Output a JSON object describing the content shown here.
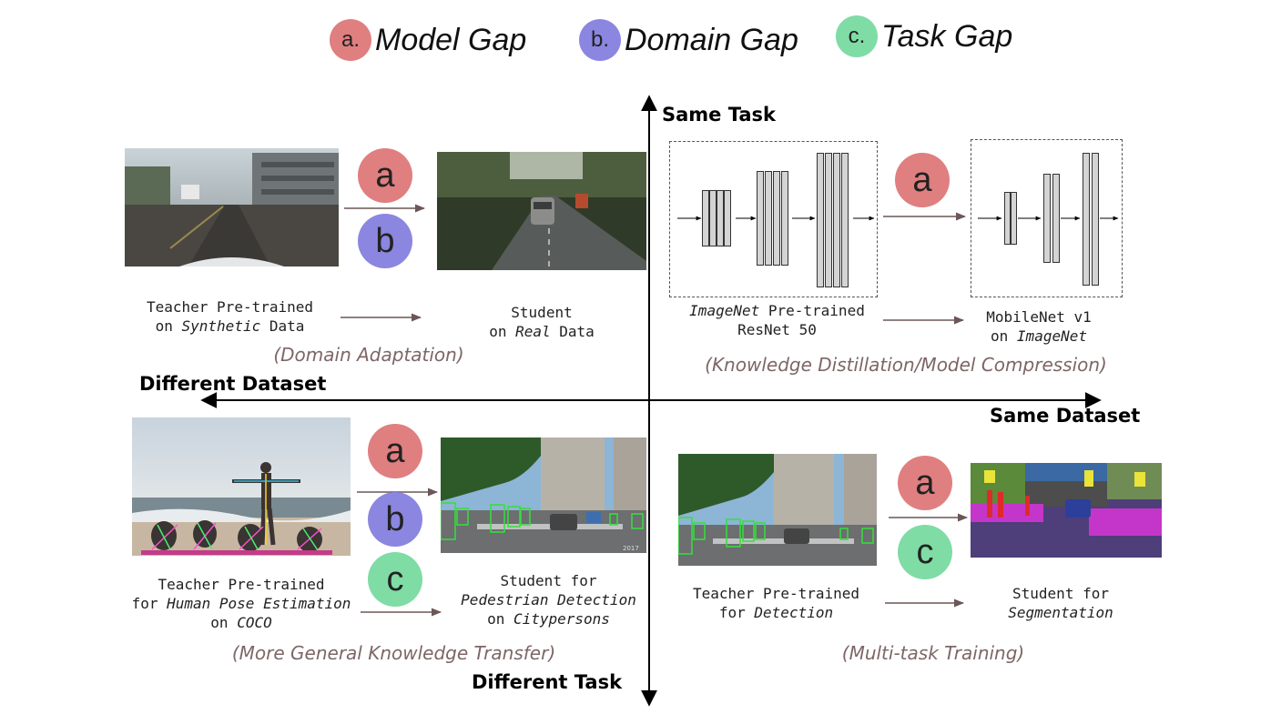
{
  "legend": [
    {
      "letter": "a.",
      "label": "Model Gap",
      "color": "#e07f80"
    },
    {
      "letter": "b.",
      "label": "Domain Gap",
      "color": "#8b86e0"
    },
    {
      "letter": "c.",
      "label": "Task Gap",
      "color": "#7fdca5"
    }
  ],
  "gaps": {
    "a": "a",
    "b": "b",
    "c": "c"
  },
  "axes": {
    "top": "Same Task",
    "bottom": "Different Task",
    "left": "Different Dataset",
    "right": "Same Dataset"
  },
  "q1": {
    "teacher": {
      "l1": "Teacher Pre-trained",
      "l2a": "on ",
      "l2b": "Synthetic",
      "l2c": " Data"
    },
    "student": {
      "l1": "Student",
      "l2a": "on ",
      "l2b": "Real",
      "l2c": " Data"
    },
    "category": "(Domain Adaptation)"
  },
  "q2": {
    "teacher": {
      "l1a": "ImageNet",
      "l1b": " Pre-trained",
      "l2": "ResNet 50"
    },
    "student": {
      "l1": "MobileNet v1",
      "l2a": "on ",
      "l2b": "ImageNet"
    },
    "category": "(Knowledge Distillation/Model Compression)"
  },
  "q3": {
    "teacher": {
      "l1": "Teacher Pre-trained",
      "l2a": "for ",
      "l2b": "Human Pose Estimation",
      "l3a": "on ",
      "l3b": "COCO"
    },
    "student": {
      "l1": "Student for",
      "l2": "Pedestrian Detection",
      "l3a": "on ",
      "l3b": "Citypersons"
    },
    "category": "(More General Knowledge Transfer)"
  },
  "q4": {
    "teacher": {
      "l1": "Teacher Pre-trained",
      "l2a": "for ",
      "l2b": "Detection"
    },
    "student": {
      "l1": "Student for",
      "l2": "Segmentation"
    },
    "category": "(Multi-task Training)"
  },
  "photo_watermark": "2017"
}
